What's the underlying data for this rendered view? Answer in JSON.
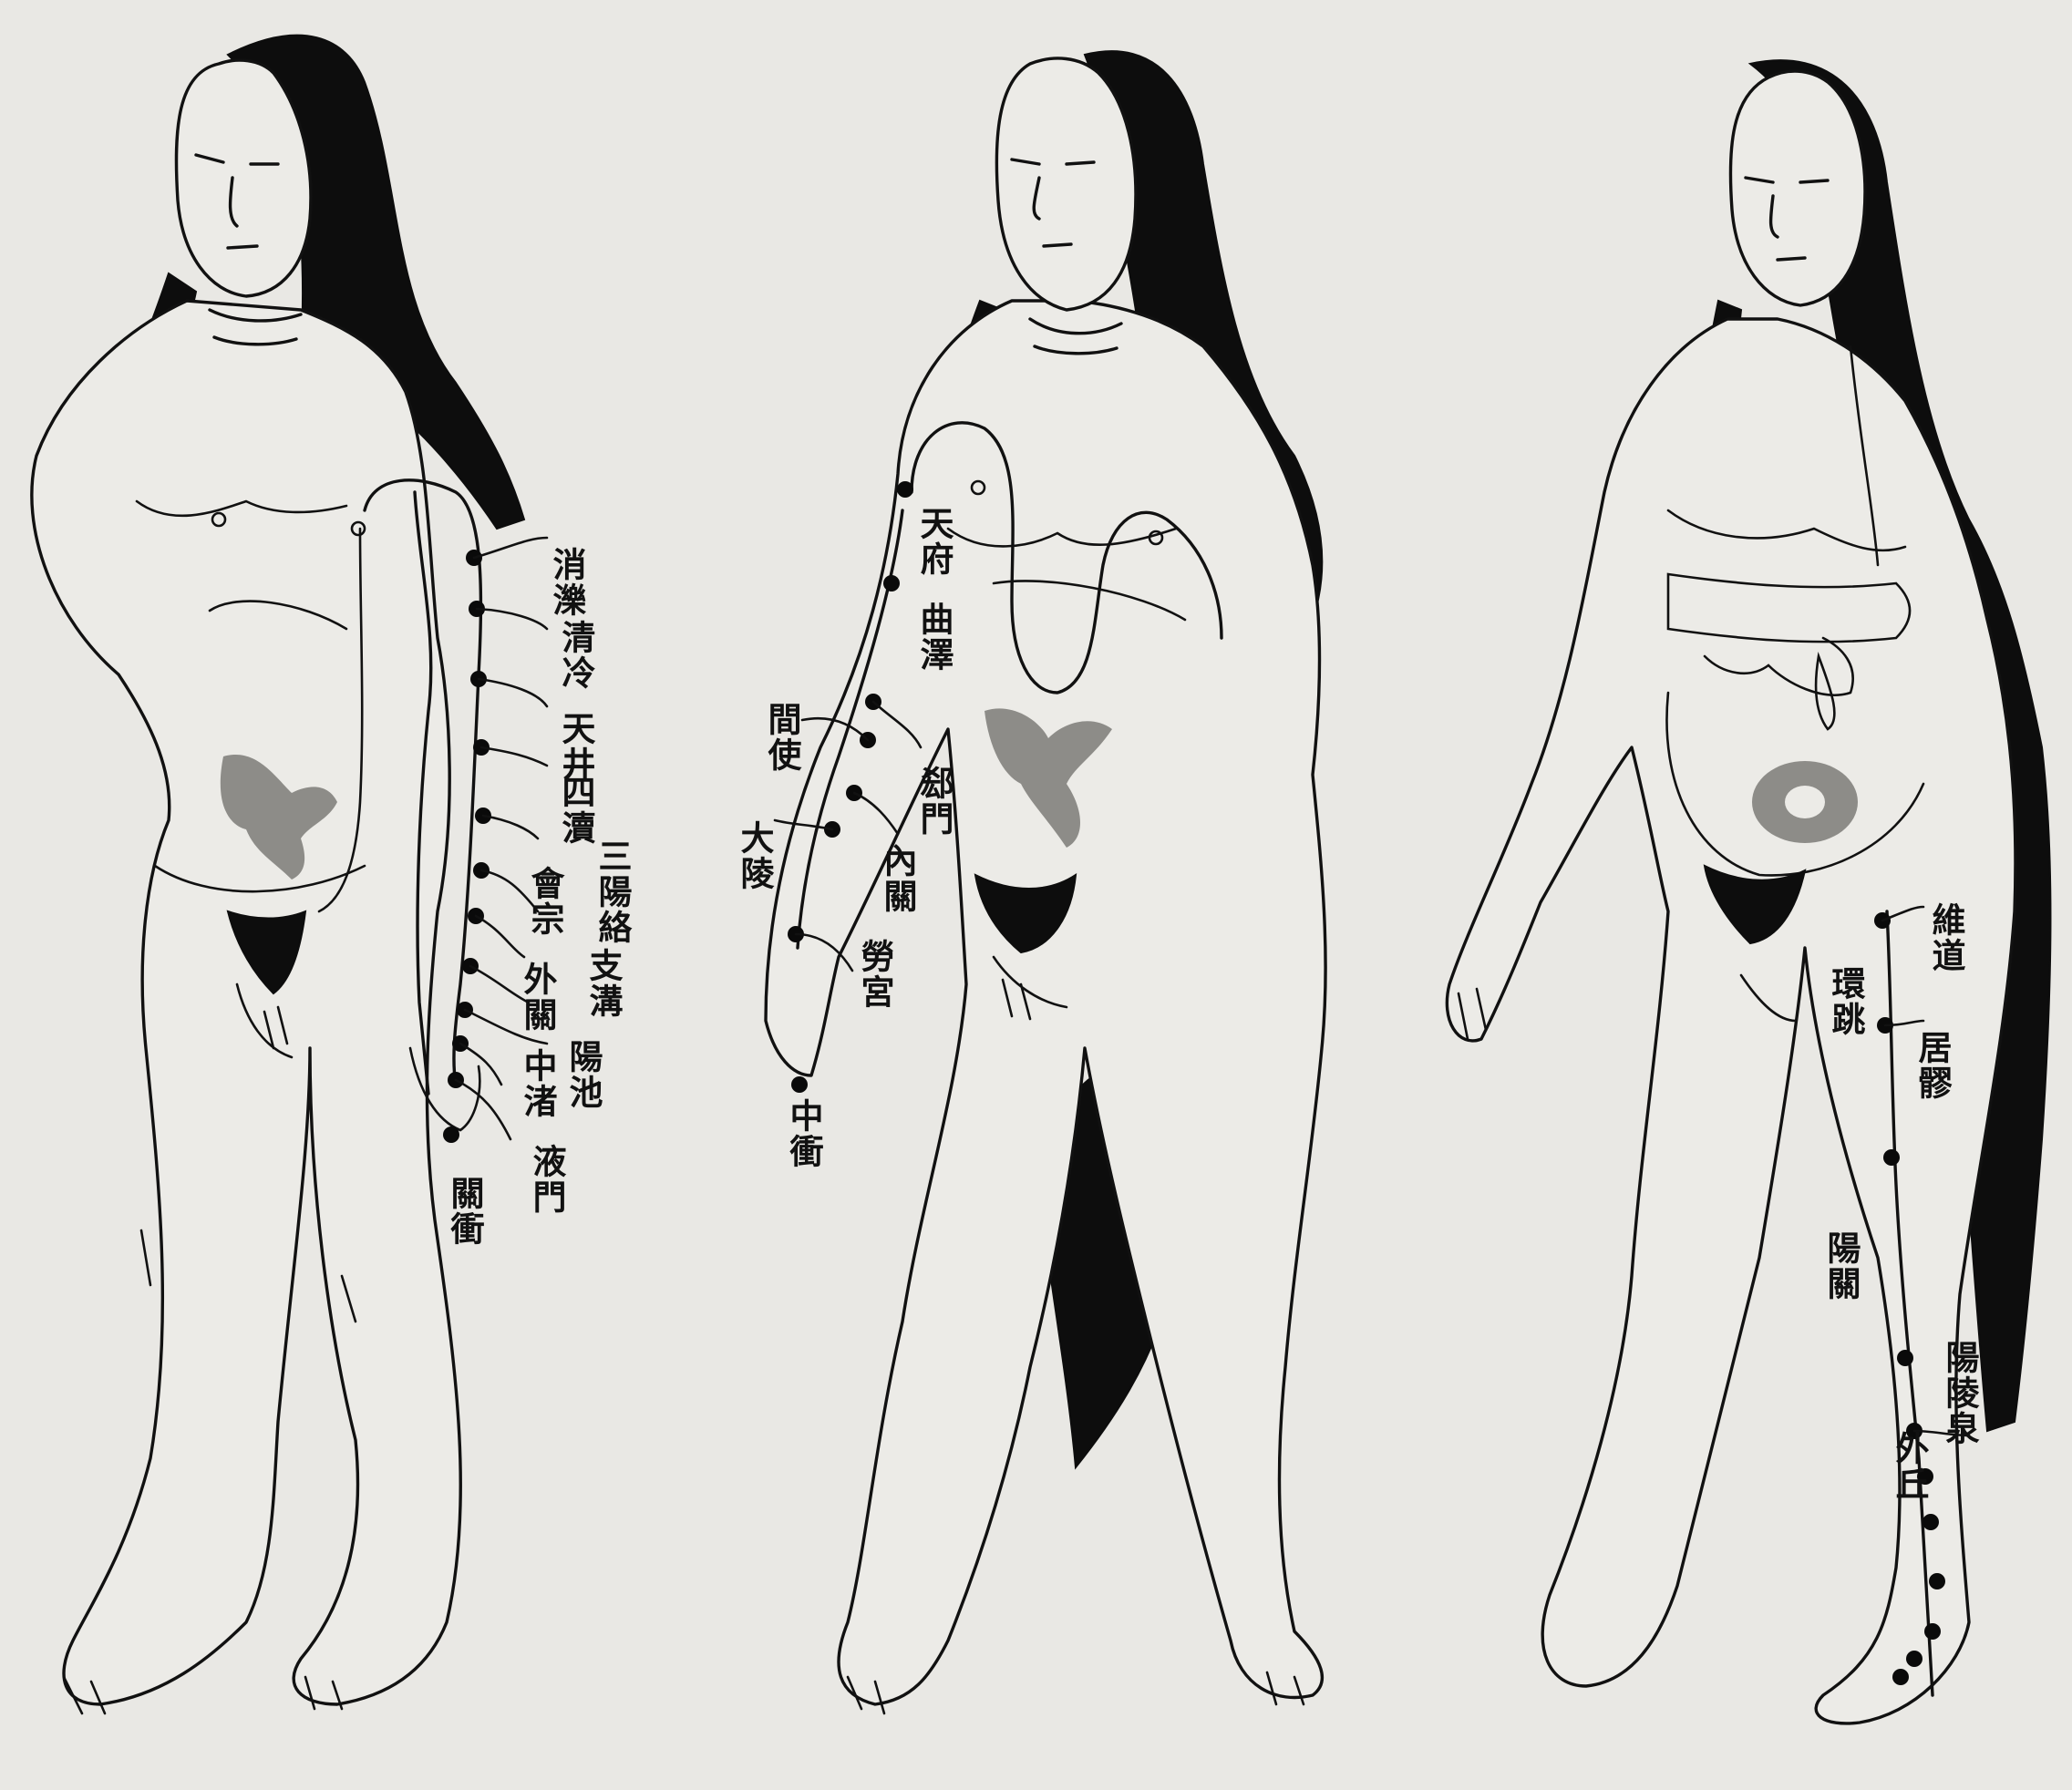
{
  "figures": [
    {
      "id": "left",
      "labels": [
        "消濼",
        "清冷",
        "天井",
        "四瀆",
        "三陽絡",
        "會宗",
        "支溝",
        "外關",
        "陽池",
        "中渚",
        "液門",
        "關衝"
      ]
    },
    {
      "id": "center",
      "labels": [
        "天府",
        "曲澤",
        "間使",
        "郄門",
        "大陵",
        "內關",
        "勞宮",
        "中衝"
      ]
    },
    {
      "id": "right",
      "labels": [
        "維道",
        "環跳",
        "居髎",
        "陽關",
        "陽陵泉",
        "外丘"
      ]
    }
  ],
  "colors": {
    "paper": "#e9e8e4",
    "ink": "#111111",
    "stain": "#8d8c88"
  }
}
